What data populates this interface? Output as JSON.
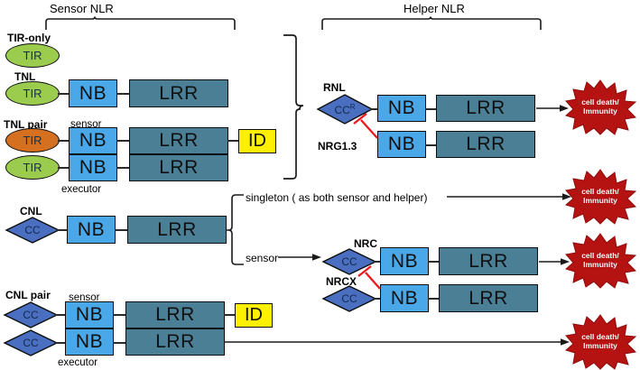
{
  "figure": {
    "title": "NLR architecture and sensor-helper signalling schematic",
    "colors": {
      "nb": "#4aa7e8",
      "lrr": "#4b7f96",
      "id": "#ffef00",
      "tir_green": "#9bcc4e",
      "tir_orange": "#d4701f",
      "cc_diamond": "#4a6fc0",
      "burst": "#b51212",
      "inhibit_line": "#e8191f",
      "connector": "#2b2b2b",
      "text": "#000000"
    }
  },
  "headers": [
    {
      "id": "sensor-nlr",
      "label": "Sensor NLR"
    },
    {
      "id": "helper-nlr",
      "label": "Helper NLR"
    }
  ],
  "domains": {
    "tir": "TIR",
    "nb": "NB",
    "lrr": "LRR",
    "id": "ID",
    "cc": "CC",
    "cc_r_base": "CC",
    "cc_r_sup": "R"
  },
  "rows": {
    "tir_only": {
      "name": "TIR-only"
    },
    "tnl": {
      "name": "TNL"
    },
    "tnl_pair": {
      "name": "TNL pair",
      "sensor_label": "sensor",
      "executor_label": "executor"
    },
    "cnl": {
      "name": "CNL"
    },
    "cnl_pair": {
      "name": "CNL pair",
      "sensor_label": "sensor",
      "executor_label": "executor"
    }
  },
  "helpers": {
    "rnl": "RNL",
    "nrg13": "NRG1.3",
    "nrc": "NRC",
    "nrcx": "NRCX"
  },
  "branch": {
    "singleton": "singleton ( as both sensor and helper)",
    "sensor": "sensor"
  },
  "outcomes": [
    {
      "id": "outcome-rnl",
      "line1": "cell death/",
      "line2": "Immunity"
    },
    {
      "id": "outcome-singleton",
      "line1": "cell death/",
      "line2": "Immunity"
    },
    {
      "id": "outcome-nrc",
      "line1": "cell death/",
      "line2": "Immunity"
    },
    {
      "id": "outcome-cnl-pair",
      "line1": "cell death/",
      "line2": "Immunity"
    }
  ]
}
